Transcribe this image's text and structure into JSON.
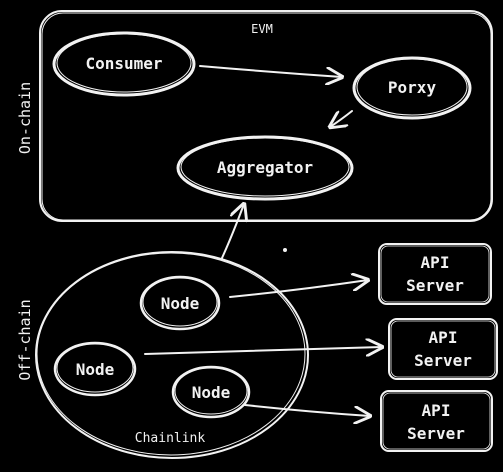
{
  "labels": {
    "evm": "EVM",
    "on_chain": "On-chain",
    "off_chain": "Off-chain",
    "chainlink": "Chainlink"
  },
  "nodes": {
    "consumer": "Consumer",
    "proxy": "Porxy",
    "aggregator": "Aggregator",
    "node_1": "Node",
    "node_2": "Node",
    "node_3": "Node"
  },
  "servers": [
    {
      "line1": "API",
      "line2": "Server"
    },
    {
      "line1": "API",
      "line2": "Server"
    },
    {
      "line1": "API",
      "line2": "Server"
    }
  ],
  "colors": {
    "background": "#000000",
    "ink": "#f2f2f2"
  }
}
